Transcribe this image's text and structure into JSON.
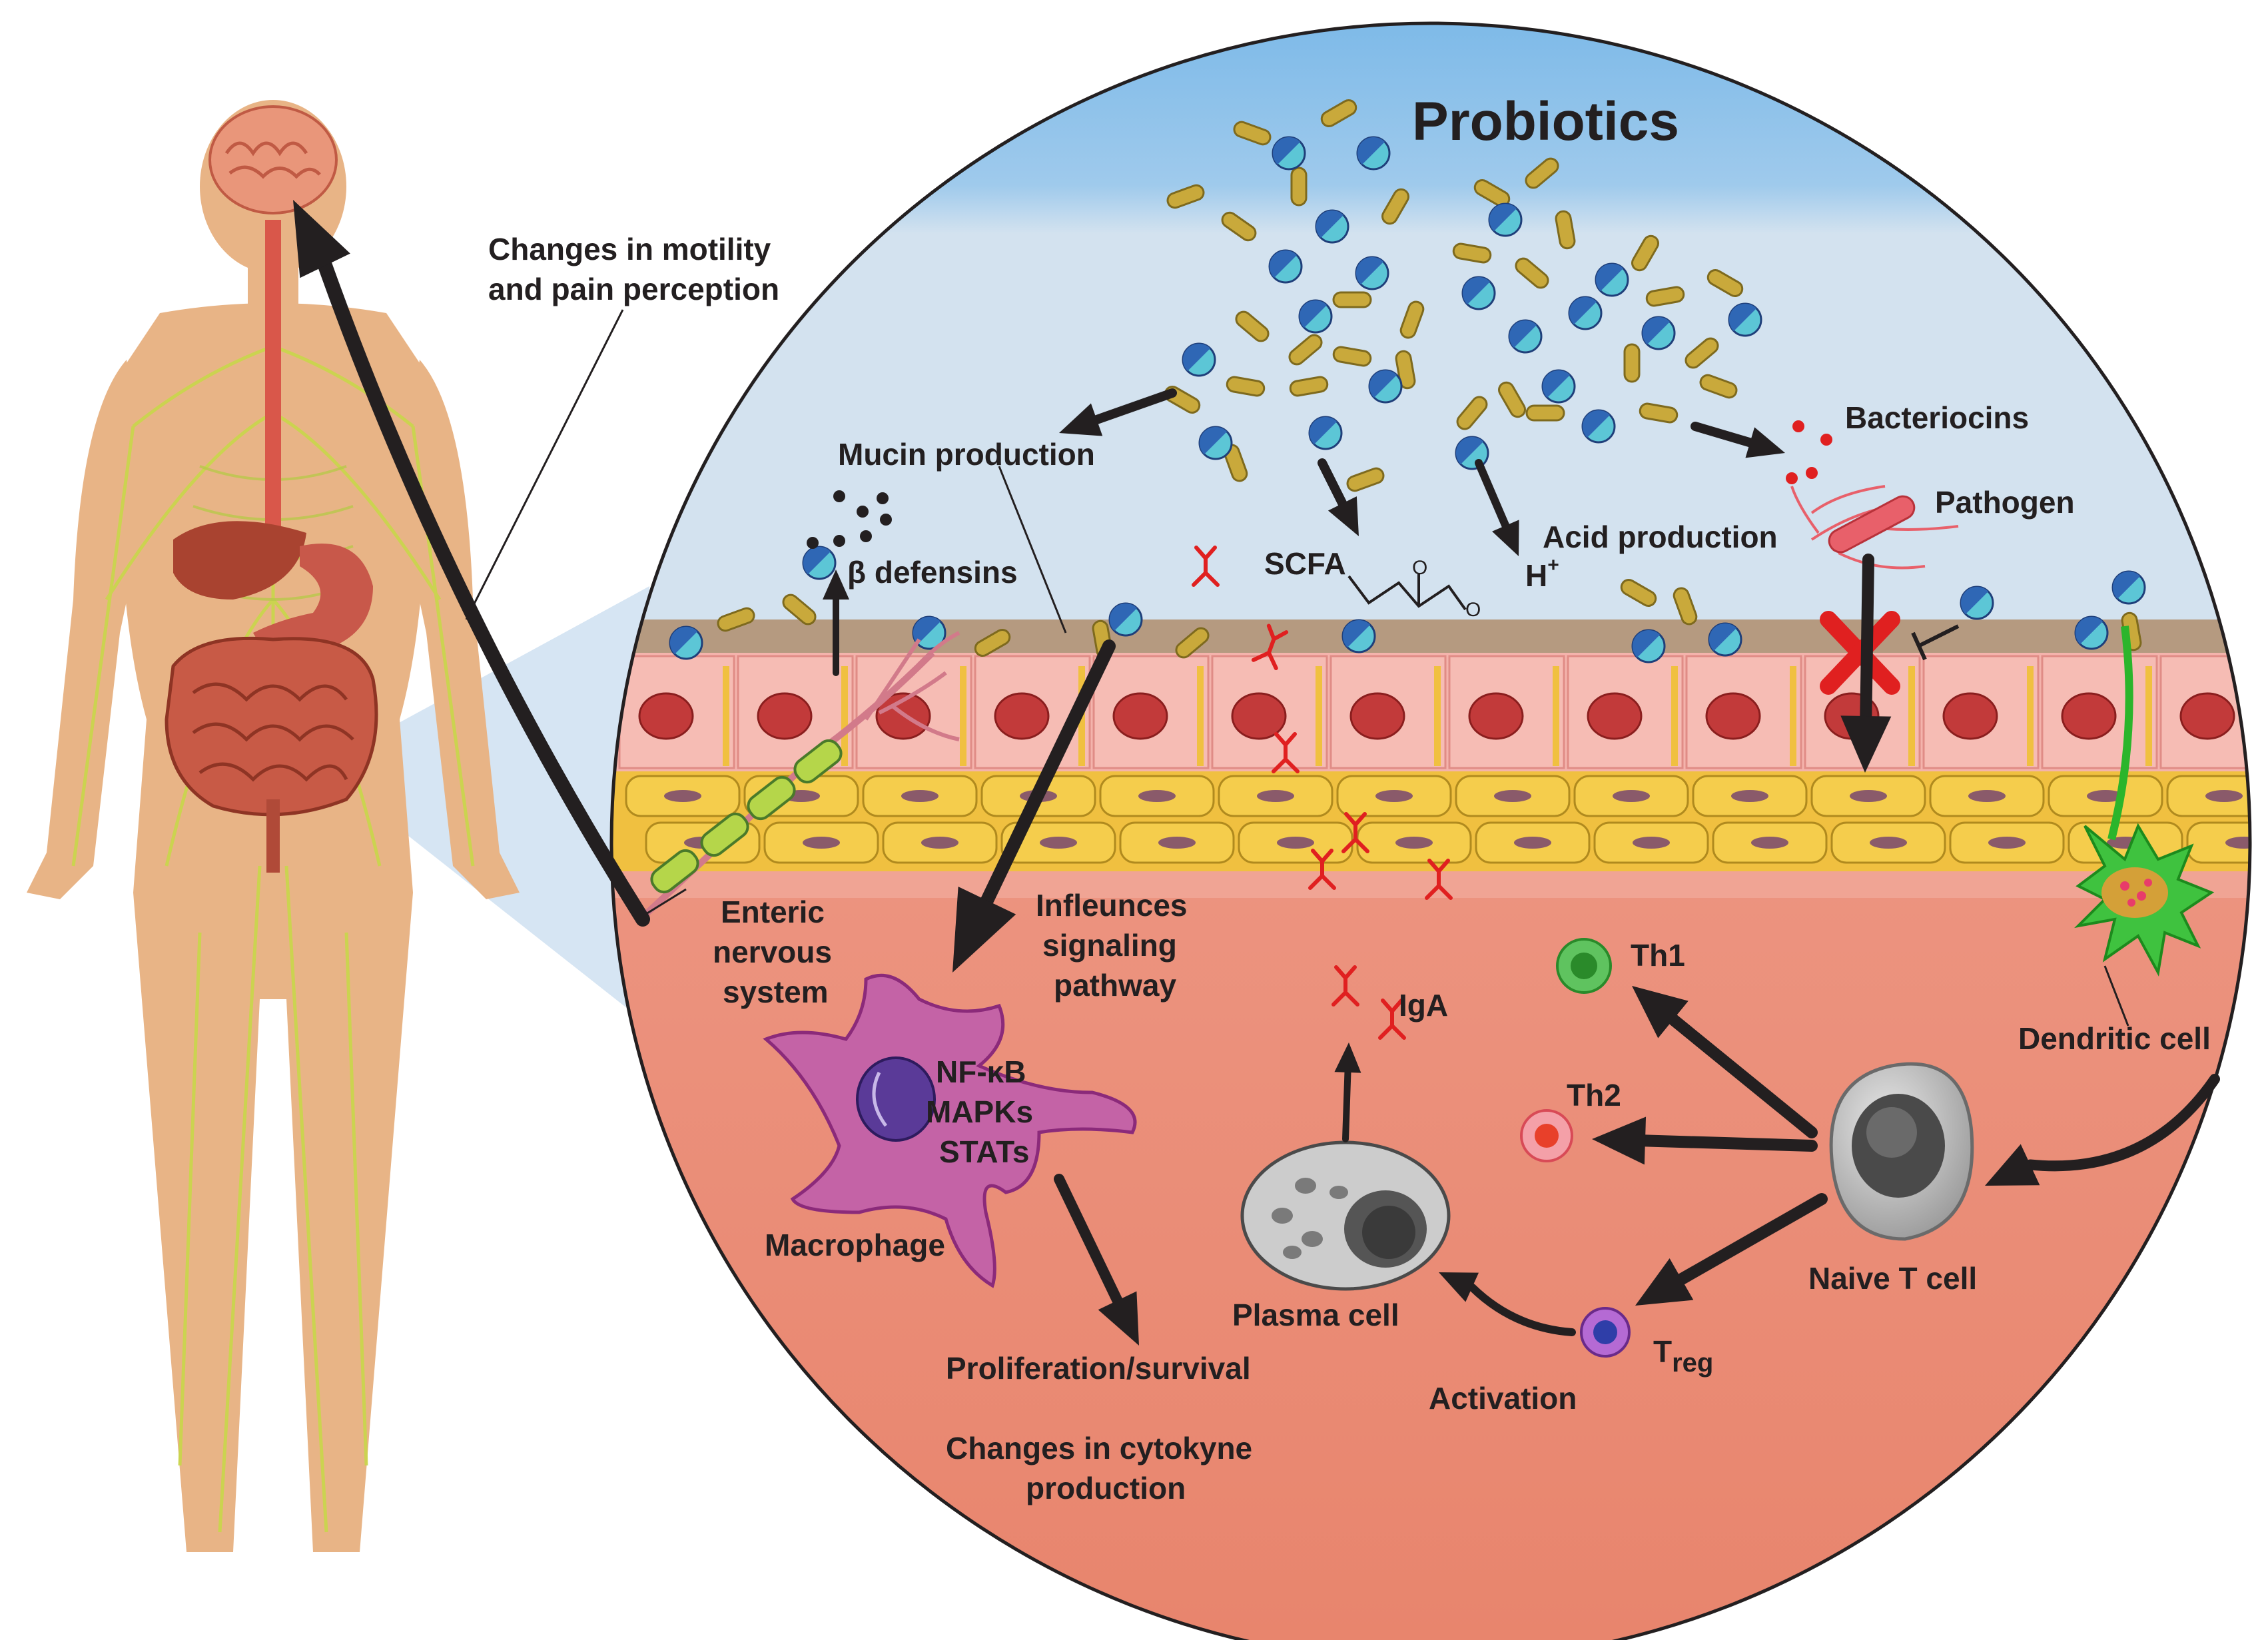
{
  "title": "Probiotics",
  "labels": {
    "motility": [
      "Changes in motility",
      "and pain perception"
    ],
    "mucin": "Mucin production",
    "defensins": "β defensins",
    "scfa": "SCFA",
    "acid": "Acid production",
    "hplus": "H",
    "hplus_sup": "+",
    "bacteriocins": "Bacteriocins",
    "pathogen": "Pathogen",
    "enteric": [
      "Enteric",
      "nervous",
      "system"
    ],
    "influences": [
      "Infleunces",
      "signaling",
      "pathway"
    ],
    "pathways": [
      "NF-κB",
      "MAPKs",
      "STATs"
    ],
    "macrophage": "Macrophage",
    "prolif": "Proliferation/survival",
    "cytokine": [
      "Changes in cytokyne",
      "production"
    ],
    "iga": "IgA",
    "plasma": "Plasma cell",
    "activation": "Activation",
    "treg": "T",
    "treg_sub": "reg",
    "th1": "Th1",
    "th2": "Th2",
    "naive": "Naive T cell",
    "dendritic": "Dendritic cell",
    "scfa_o": "O",
    "scfa_om": "O"
  },
  "colors": {
    "sky_top": "#7fbbe8",
    "sky_bottom": "#cfe0f0",
    "mucus": "#b59a80",
    "epithelium": "#f4b3ac",
    "nucleus": "#c23a3a",
    "muscle": "#f3c84a",
    "lamina": "#e98c78",
    "arrow": "#231f20",
    "body_skin": "#e8b486",
    "nerve": "#c8d64a",
    "macrophage": "#c463a6",
    "antibody": "#e02020",
    "probiotic_rod": "#c8a83a",
    "probiotic_ball": "#2f67b5",
    "inhibit_x": "#e02020"
  }
}
